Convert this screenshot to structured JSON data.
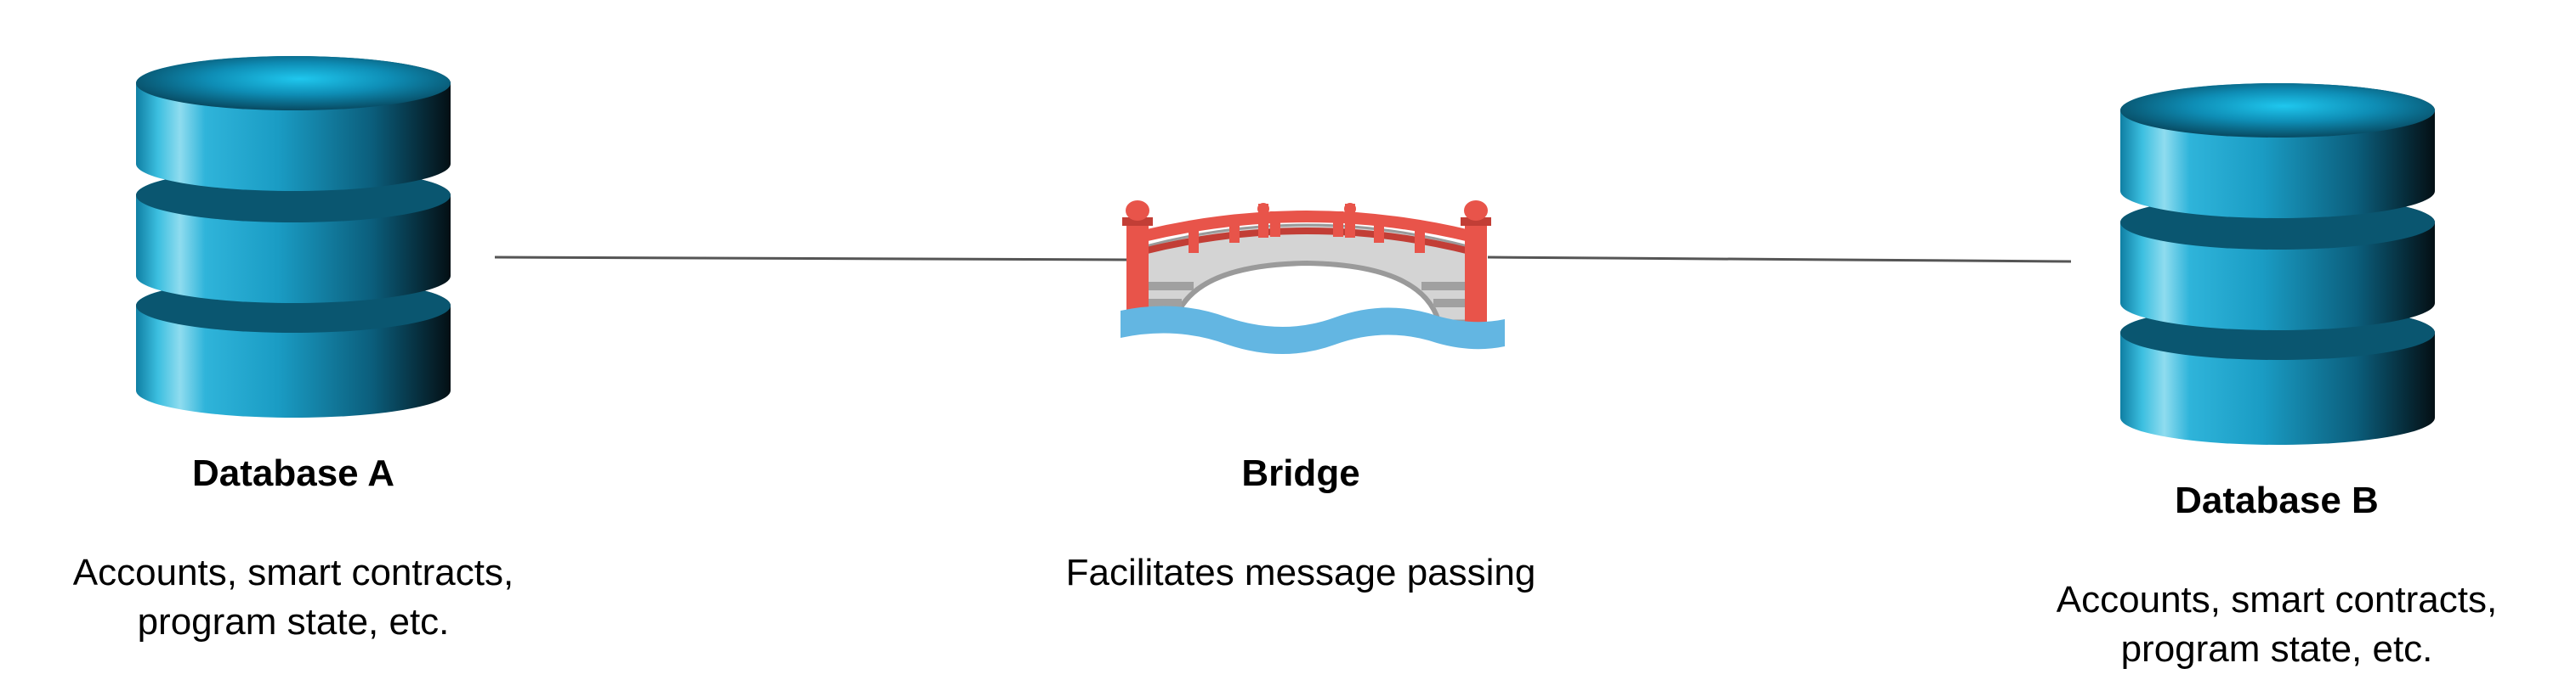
{
  "nodes": {
    "database_a": {
      "title": "Database A",
      "desc_line1": "Accounts, smart contracts,",
      "desc_line2": "program state, etc."
    },
    "bridge": {
      "title": "Bridge",
      "desc_line1": "Facilitates message passing"
    },
    "database_b": {
      "title": "Database B",
      "desc_line1": "Accounts, smart contracts,",
      "desc_line2": "program state, etc."
    }
  },
  "icons": {
    "database_a": "database-icon",
    "bridge": "bridge-icon",
    "database_b": "database-icon"
  },
  "colors": {
    "database_light": "#2bb8de",
    "database_dark": "#051a22",
    "bridge_red": "#e8544a",
    "bridge_stone": "#d4d4d4",
    "water": "#63b6e2",
    "connector": "#555555"
  }
}
